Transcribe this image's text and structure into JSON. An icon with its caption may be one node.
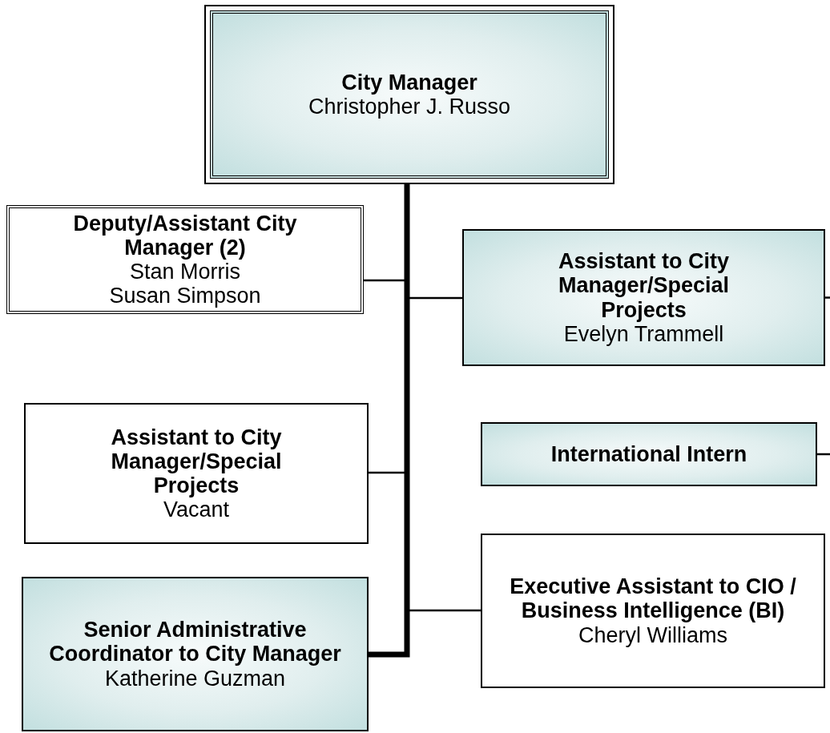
{
  "diagram": {
    "nodes": [
      {
        "text": [
          "City Manager",
          "Christopher J. Russo"
        ]
      },
      {
        "text": [
          "Deputy/Assistant City Manager (2)",
          "Stan Morris",
          "Susan Simpson"
        ]
      },
      {
        "text": [
          "Assistant to City Manager/Special Projects",
          "Evelyn Trammell"
        ]
      },
      {
        "text": [
          "Assistant to City Manager/Special Projects",
          "Vacant"
        ]
      },
      {
        "text": [
          "International Intern"
        ]
      },
      {
        "text": [
          "Executive Assistant to CIO / Business Intelligence (BI)",
          "Cheryl Williams"
        ]
      },
      {
        "text": [
          "Senior Administrative Coordinator to City Manager",
          "Katherine Guzman"
        ]
      }
    ],
    "edges": [
      {
        "from": 0,
        "to": 1,
        "arrow": "none"
      },
      {
        "from": 0,
        "to": 2,
        "arrow": "none"
      },
      {
        "from": 0,
        "to": 3,
        "arrow": "none"
      },
      {
        "from": 0,
        "to": 5,
        "arrow": "none"
      },
      {
        "from": 0,
        "to": 6,
        "arrow": "none",
        "style": "thick"
      },
      {
        "from": 2,
        "to": null,
        "arrow": "none"
      },
      {
        "from": 4,
        "to": null,
        "arrow": "none"
      }
    ]
  }
}
